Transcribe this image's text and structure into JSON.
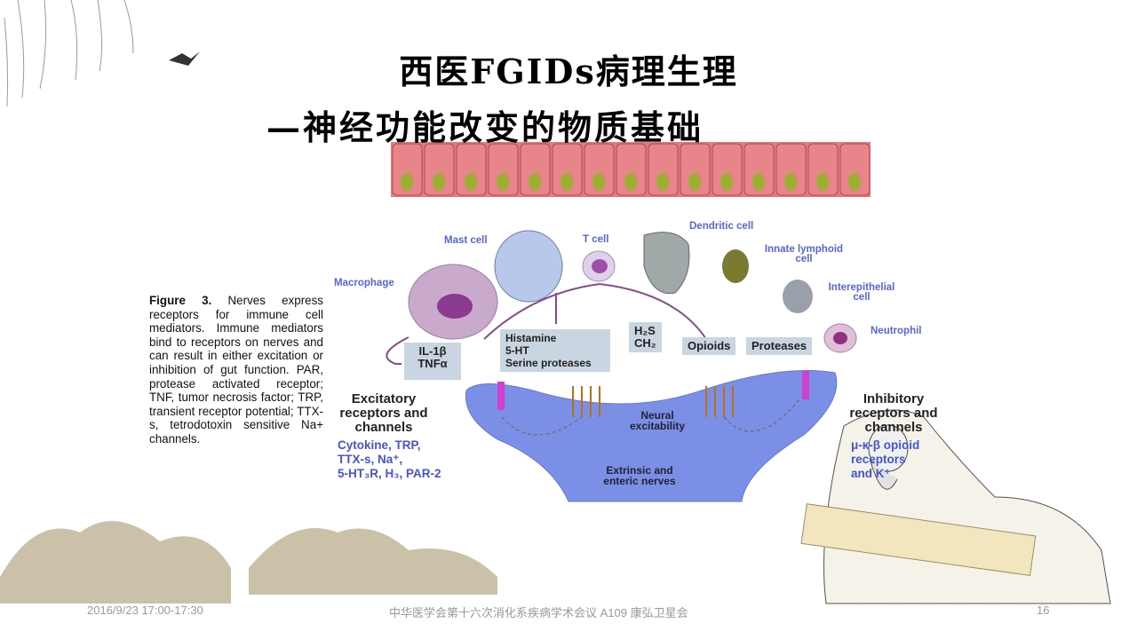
{
  "slide": {
    "title_line1": "西医FGIDs病理生理",
    "title_line2": "—神经功能改变的物质基础",
    "caption": {
      "bold": "Figure 3.",
      "text": " Nerves express receptors for immune cell mediators. Immune mediators bind to receptors on nerves and can result in either excitation or inhibition of gut function. PAR, protease activated receptor; TNF, tumor necrosis factor; TRP, transient receptor potential; TTX-s, tetrodotoxin sensitive Na+ channels."
    },
    "cells": {
      "mast": "Mast cell",
      "t": "T cell",
      "dendritic": "Dendritic cell",
      "innate": "Innate lymphoid cell",
      "macrophage": "Macrophage",
      "interepithelial": "Interepithelial cell",
      "neutrophil": "Neutrophil"
    },
    "mediators": {
      "il": "IL-1β",
      "tnf": "TNFα",
      "histamine": "Histamine",
      "ht": "5-HT",
      "serine": "Serine proteases",
      "h2s": "H₂S",
      "ch2": "CH₂",
      "opioids": "Opioids",
      "proteases": "Proteases"
    },
    "excitatory": {
      "heading": "Excitatory receptors and channels",
      "l1": "Cytokine, TRP,",
      "l2": "TTX-s, Na⁺,",
      "l3": "5-HT₃R, H₃, PAR-2"
    },
    "inhibitory": {
      "heading": "Inhibitory receptors and channels",
      "l1": "μ-κ-β opioid",
      "l2": "receptors",
      "l3": "and K⁺"
    },
    "nerve": {
      "excitability": "Neural excitability",
      "nerves": "Extrinsic and enteric nerves"
    },
    "footer": {
      "date": "2016/9/23 17:00-17:30",
      "event": "中华医学会第十六次消化系疾病学术会议 A109 康弘卫星会",
      "page": "16"
    }
  }
}
